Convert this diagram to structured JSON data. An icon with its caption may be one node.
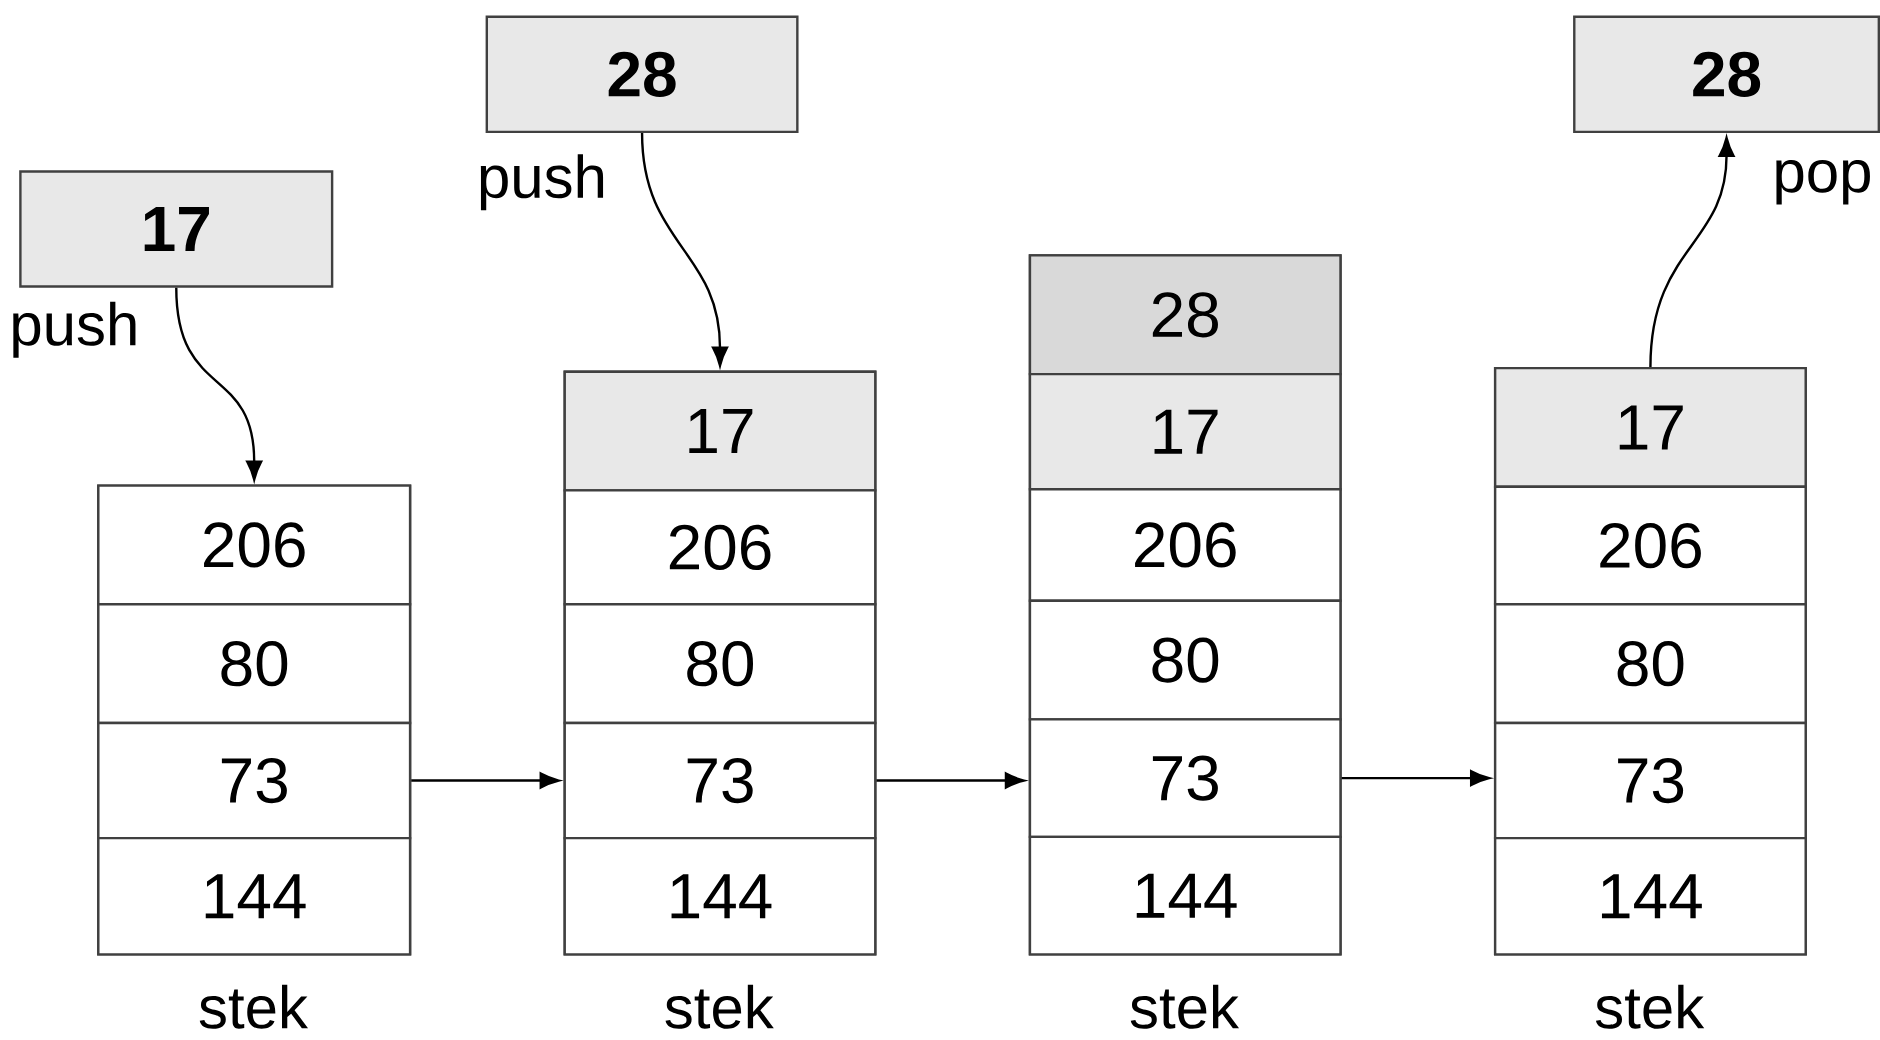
{
  "diagram": {
    "nodes": [
      {
        "text": [
          "28"
        ]
      },
      {
        "text": [
          "28"
        ]
      },
      {
        "text": [
          "17"
        ]
      },
      {
        "text": [],
        "shape": "box",
        "beside": [
          "stek"
        ]
      },
      {
        "text": [
          "206"
        ],
        "in": 3
      },
      {
        "text": [
          "80"
        ],
        "in": 3
      },
      {
        "text": [
          "73"
        ],
        "in": 3
      },
      {
        "text": [
          "144"
        ],
        "in": 3
      },
      {
        "text": [],
        "shape": "box",
        "beside": [
          "stek"
        ]
      },
      {
        "text": [
          "17"
        ],
        "in": 8
      },
      {
        "text": [
          "206"
        ],
        "in": 8
      },
      {
        "text": [
          "80"
        ],
        "in": 8
      },
      {
        "text": [
          "73"
        ],
        "in": 8
      },
      {
        "text": [
          "144"
        ],
        "in": 8
      },
      {
        "text": [],
        "shape": "box",
        "beside": [
          "stek"
        ]
      },
      {
        "text": [
          "28"
        ],
        "in": 14
      },
      {
        "text": [
          "17"
        ],
        "in": 14
      },
      {
        "text": [
          "206"
        ],
        "in": 14
      },
      {
        "text": [
          "80"
        ],
        "in": 14
      },
      {
        "text": [
          "73"
        ],
        "in": 14
      },
      {
        "text": [
          "144"
        ],
        "in": 14
      },
      {
        "text": [],
        "shape": "box",
        "beside": [
          "stek"
        ]
      },
      {
        "text": [
          "17"
        ],
        "in": 21
      },
      {
        "text": [
          "206"
        ],
        "in": 21
      },
      {
        "text": [
          "80"
        ],
        "in": 21
      },
      {
        "text": [
          "73"
        ],
        "in": 21
      },
      {
        "text": [
          "144"
        ],
        "in": 21
      }
    ],
    "edges": [
      {
        "from": 2,
        "to": 4,
        "arrow": "to",
        "label": "push"
      },
      {
        "from": 0,
        "to": 9,
        "arrow": "to",
        "label": "push"
      },
      {
        "from": 22,
        "to": 1,
        "arrow": "to",
        "label": "pop"
      },
      {
        "from": 6,
        "to": 12,
        "arrow": "to"
      },
      {
        "from": 12,
        "to": 19,
        "arrow": "to"
      },
      {
        "from": 19,
        "to": 25,
        "arrow": "to"
      }
    ]
  }
}
